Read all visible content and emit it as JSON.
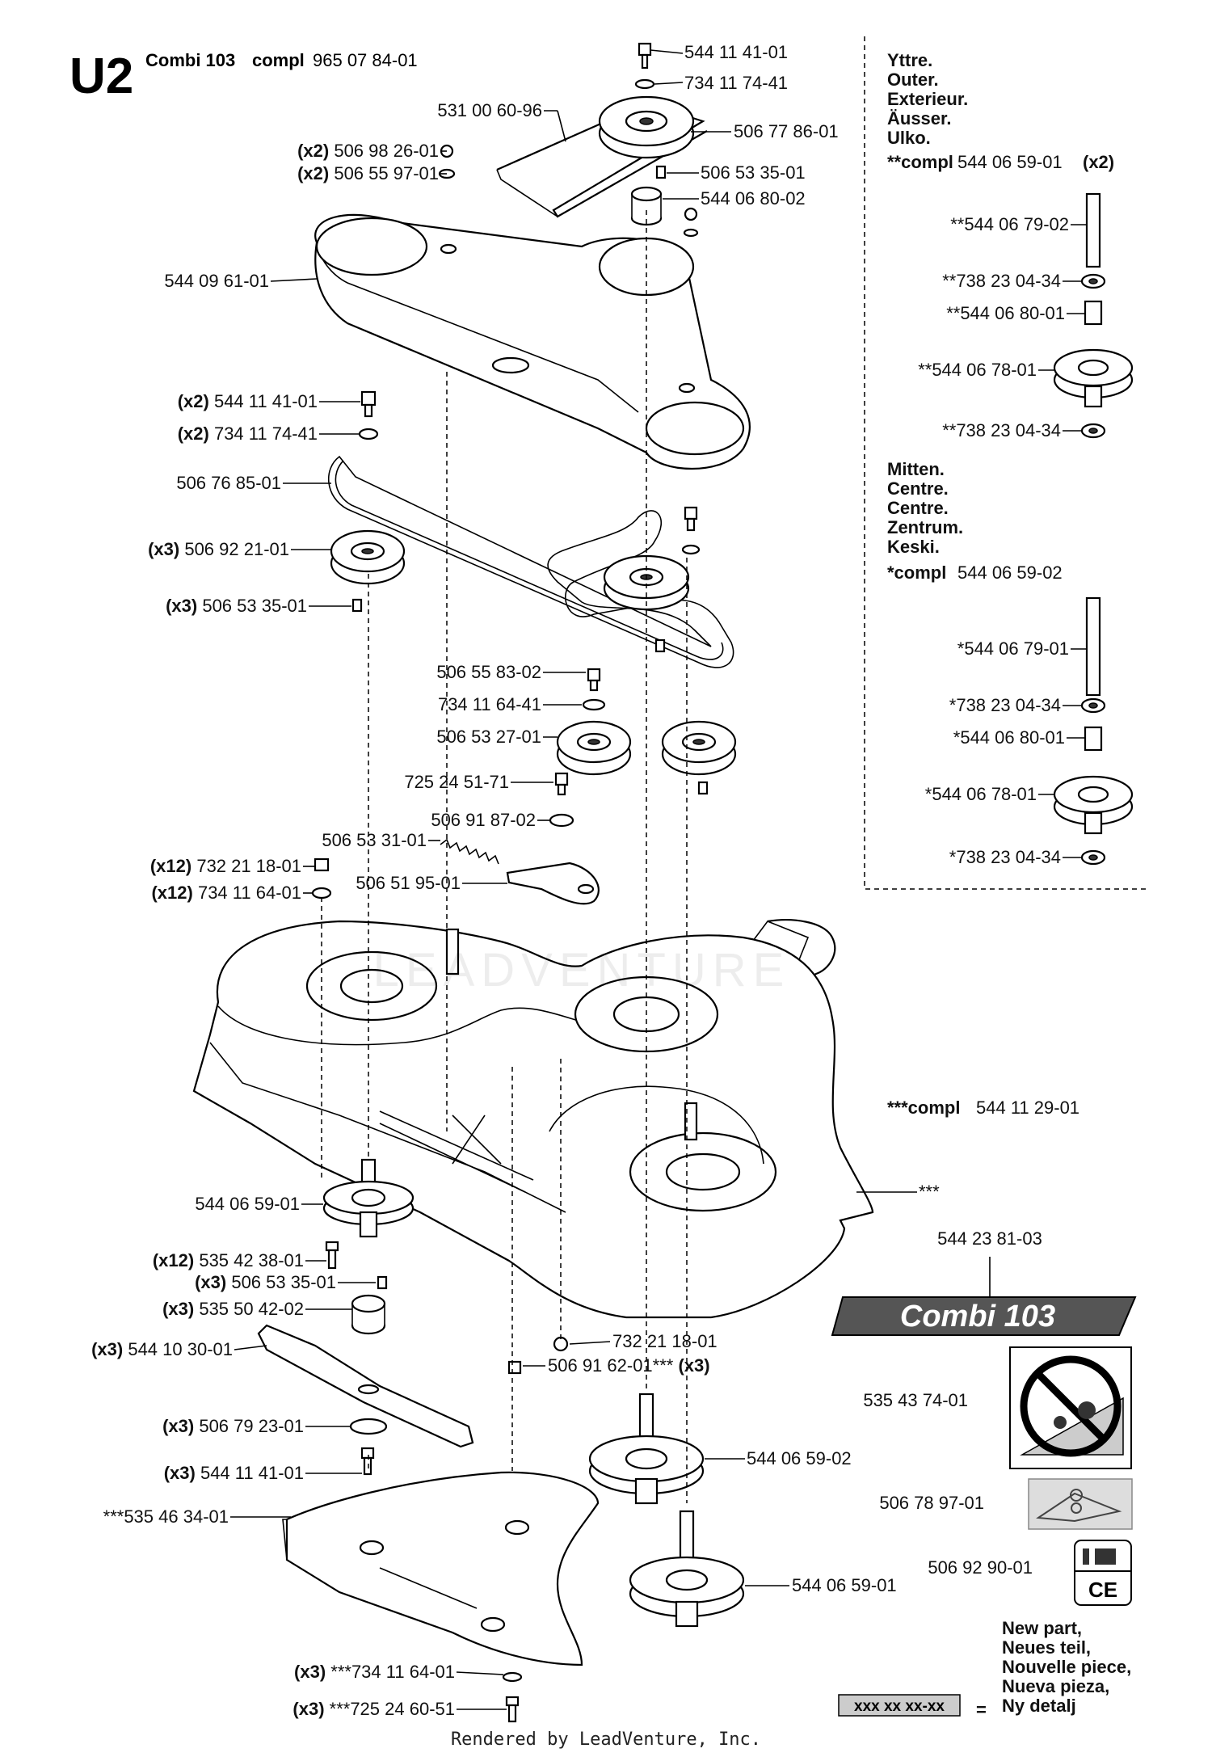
{
  "header": {
    "code": "U2",
    "model": "Combi 103",
    "compl_word": "compl",
    "compl_number": "965 07 84-01"
  },
  "labels": [
    {
      "id": "l1",
      "text": "544 11 41-01"
    },
    {
      "id": "l2",
      "text": "734 11 74-41"
    },
    {
      "id": "l3",
      "text": "531 00 60-96"
    },
    {
      "id": "l4",
      "text": "506 77 86-01"
    },
    {
      "id": "l5",
      "qty": "(x2)",
      "text": "506 98 26-01"
    },
    {
      "id": "l6",
      "qty": "(x2)",
      "text": "506 55 97-01"
    },
    {
      "id": "l7",
      "text": "506 53 35-01"
    },
    {
      "id": "l8",
      "text": "544 06 80-02"
    },
    {
      "id": "l9",
      "text": "544 09 61-01"
    },
    {
      "id": "l10",
      "qty": "(x2)",
      "text": "544 11 41-01"
    },
    {
      "id": "l11",
      "qty": "(x2)",
      "text": "734 11 74-41"
    },
    {
      "id": "l12",
      "text": "506 76 85-01"
    },
    {
      "id": "l13",
      "qty": "(x3)",
      "text": "506 92 21-01"
    },
    {
      "id": "l14",
      "qty": "(x3)",
      "text": "506 53 35-01"
    },
    {
      "id": "l15",
      "text": "506 55 83-02"
    },
    {
      "id": "l16",
      "text": "734 11 64-41"
    },
    {
      "id": "l17",
      "text": "506 53 27-01"
    },
    {
      "id": "l18",
      "text": "725 24 51-71"
    },
    {
      "id": "l19",
      "text": "506 91 87-02"
    },
    {
      "id": "l20",
      "text": "506 53 31-01"
    },
    {
      "id": "l21",
      "qty": "(x12)",
      "text": "732 21 18-01"
    },
    {
      "id": "l22",
      "qty": "(x12)",
      "text": "734 11 64-01"
    },
    {
      "id": "l23",
      "text": "506 51 95-01"
    },
    {
      "id": "l24",
      "text": "544 06 59-01"
    },
    {
      "id": "l25",
      "qty": "(x12)",
      "text": "535 42 38-01"
    },
    {
      "id": "l26",
      "qty": "(x3)",
      "text": "506 53 35-01"
    },
    {
      "id": "l27",
      "qty": "(x3)",
      "text": "535 50 42-02"
    },
    {
      "id": "l28",
      "qty": "(x3)",
      "text": "544 10 30-01"
    },
    {
      "id": "l29",
      "qty": "(x3)",
      "text": "506 79 23-01"
    },
    {
      "id": "l30",
      "qty": "(x3)",
      "text": "544 11 41-01"
    },
    {
      "id": "l31",
      "text": "***535 46 34-01"
    },
    {
      "id": "l32",
      "qty": "(x3)",
      "text": "***734 11 64-01"
    },
    {
      "id": "l33",
      "qty": "(x3)",
      "text": "***725 24 60-51"
    },
    {
      "id": "l34",
      "text": "732 21 18-01"
    },
    {
      "id": "l35",
      "text": "506 91 62-01***",
      "qty_after": "(x3)"
    },
    {
      "id": "l36",
      "text": "544 06 59-02"
    },
    {
      "id": "l37",
      "text": "544 06 59-01"
    },
    {
      "id": "l38",
      "text": "***"
    },
    {
      "id": "l39",
      "text": "544 23 81-03"
    },
    {
      "id": "l40",
      "text": "535 43 74-01"
    },
    {
      "id": "l41",
      "text": "506 78 97-01"
    },
    {
      "id": "l42",
      "text": "506 92 90-01"
    }
  ],
  "outer_box": {
    "heading": [
      "Yttre.",
      "Outer.",
      "Exterieur.",
      "Äusser.",
      "Ulko."
    ],
    "compl_word": "**compl",
    "compl_number": "544 06 59-01",
    "compl_qty": "(x2)",
    "parts": [
      "**544 06 79-02",
      "**738 23 04-34",
      "**544 06 80-01",
      "**544 06 78-01",
      "**738 23 04-34"
    ]
  },
  "centre_box": {
    "heading": [
      "Mitten.",
      "Centre.",
      "Centre.",
      "Zentrum.",
      "Keski."
    ],
    "compl_word": "*compl",
    "compl_number": "544 06 59-02",
    "parts": [
      "*544 06 79-01",
      "*738 23 04-34",
      "*544 06 80-01",
      "*544 06 78-01",
      "*738 23 04-34"
    ]
  },
  "deck_compl": {
    "compl_word": "***compl",
    "compl_number": "544 11 29-01"
  },
  "decal": {
    "text": "Combi 103"
  },
  "ce_mark": "CE",
  "legend": {
    "lines": [
      "New part,",
      "Neues teil,",
      "Nouvelle piece,",
      "Nueva pieza,",
      "Ny detalj"
    ],
    "box_text": "xxx xx xx-xx",
    "equals": "="
  },
  "watermark": "LEADVENTURE",
  "footer": "Rendered by LeadVenture, Inc."
}
